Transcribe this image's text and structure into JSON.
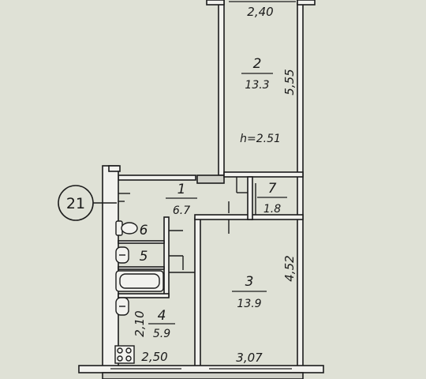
{
  "plan": {
    "apartment_marker": "21",
    "ceiling_height": "h=2.51",
    "rooms": [
      {
        "number": "1",
        "area": "6.7"
      },
      {
        "number": "2",
        "area": "13.3"
      },
      {
        "number": "3",
        "area": "13.9"
      },
      {
        "number": "4",
        "area": "5.9"
      },
      {
        "number": "5"
      },
      {
        "number": "6"
      },
      {
        "number": "7",
        "area": "1.8"
      }
    ],
    "dimensions": {
      "room2_width": "2,40",
      "room2_length": "5,55",
      "room3_length": "4,52",
      "room3_width": "3,07",
      "kitchen_width": "2,50",
      "kitchen_length": "2,10"
    }
  },
  "colors": {
    "paper": "#dfe1d6",
    "ink": "#1c1c1c",
    "wall_fill": "#f2f2ee"
  }
}
